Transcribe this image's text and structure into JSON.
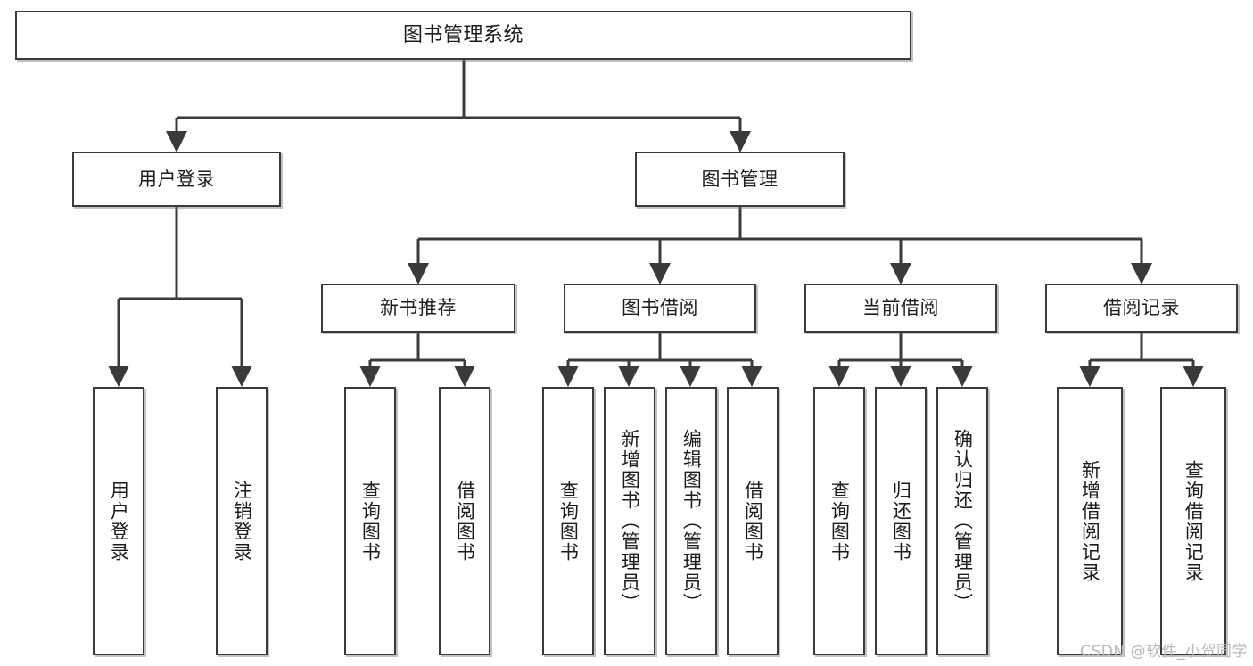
{
  "diagram": {
    "title": "图书管理系统",
    "type": "tree",
    "background_color": "#ffffff",
    "line_color": "#3a3a3a",
    "box_fill": "#ffffff",
    "text_color": "#1c1c1c"
  },
  "nodes": {
    "root": {
      "label": "图书管理系统",
      "level": 1
    },
    "user_login": {
      "label": "用户登录",
      "level": 2
    },
    "book_manage": {
      "label": "图书管理",
      "level": 2
    },
    "new_book_rec": {
      "label": "新书推荐",
      "level": 3
    },
    "book_borrow": {
      "label": "图书借阅",
      "level": 3
    },
    "current_borrow": {
      "label": "当前借阅",
      "level": 3
    },
    "borrow_record": {
      "label": "借阅记录",
      "level": 3
    },
    "leaf_user_login": {
      "label": "用户登录",
      "level": 4
    },
    "leaf_logout": {
      "label": "注销登录",
      "level": 4
    },
    "leaf_query_book_1": {
      "label": "查询图书",
      "level": 4
    },
    "leaf_borrow_book_1": {
      "label": "借阅图书",
      "level": 4
    },
    "leaf_query_book_2": {
      "label": "查询图书",
      "level": 4
    },
    "leaf_add_book": {
      "label": "新增图书（管理员）",
      "level": 4
    },
    "leaf_edit_book": {
      "label": "编辑图书（管理员）",
      "level": 4
    },
    "leaf_borrow_book_2": {
      "label": "借阅图书",
      "level": 4
    },
    "leaf_query_book_3": {
      "label": "查询图书",
      "level": 4
    },
    "leaf_return_book": {
      "label": "归还图书",
      "level": 4
    },
    "leaf_confirm_return": {
      "label": "确认归还（管理员）",
      "level": 4
    },
    "leaf_add_record": {
      "label": "新增借阅记录",
      "level": 4
    },
    "leaf_query_record": {
      "label": "查询借阅记录",
      "level": 4
    }
  },
  "watermark": {
    "text": "CSDN @软件_小贺同学"
  }
}
